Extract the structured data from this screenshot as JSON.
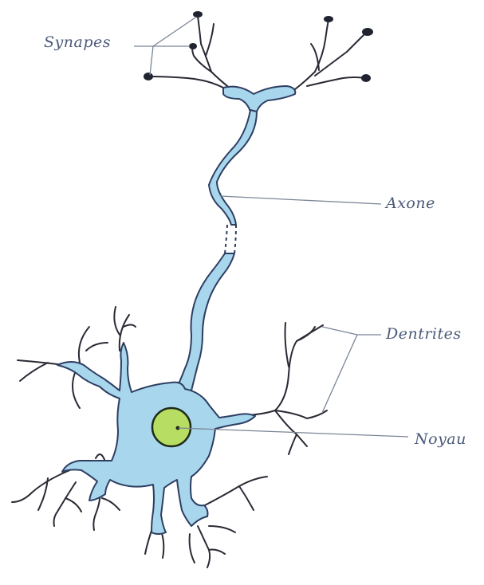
{
  "labels": {
    "synapses": "Synapes",
    "axon": "Axone",
    "dendrites": "Dentrites",
    "nucleus": "Noyau"
  },
  "colors": {
    "cell_fill": "#a8d6ec",
    "cell_outline": "#2d3e62",
    "nucleus_fill": "#b7dd62",
    "label_text": "#4a5a78",
    "leader_line": "#7b8596",
    "dendrite_stroke": "#2a2a35"
  }
}
